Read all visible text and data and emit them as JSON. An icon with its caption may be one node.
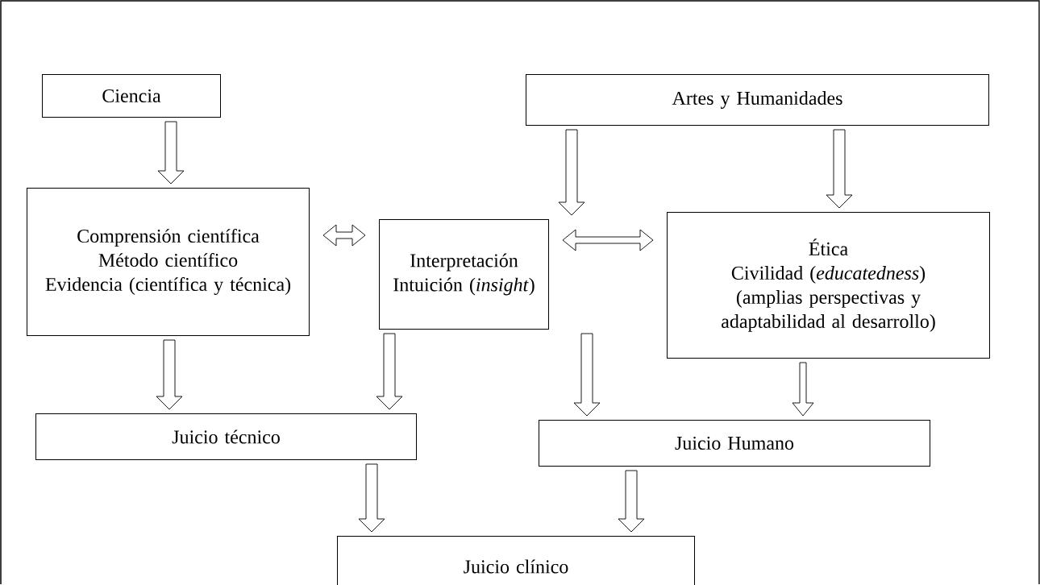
{
  "diagram": {
    "nodes": [
      {
        "text": [
          "Ciencia"
        ]
      },
      {
        "text": [
          "Artes y Humanidades"
        ]
      },
      {
        "text": [
          "Comprensión científica",
          "Método científico",
          "Evidencia (científica y técnica)"
        ]
      },
      {
        "text": [
          "Interpretación",
          "Intuición (*insight*)"
        ]
      },
      {
        "text": [
          "Ética",
          "Civilidad (*educatedness*)",
          "(amplias perspectivas y adaptabilidad al desarrollo)"
        ]
      },
      {
        "text": [
          "Juicio técnico"
        ]
      },
      {
        "text": [
          "Juicio Humano"
        ]
      },
      {
        "text": [
          "Juicio clínico"
        ]
      }
    ],
    "edges": [
      {
        "from": 0,
        "to": 2,
        "arrow": "to"
      },
      {
        "from": 1,
        "to": 3,
        "arrow": "to"
      },
      {
        "from": 1,
        "to": 4,
        "arrow": "to"
      },
      {
        "from": 2,
        "to": 3,
        "arrow": "both"
      },
      {
        "from": 3,
        "to": 4,
        "arrow": "both"
      },
      {
        "from": 2,
        "to": 5,
        "arrow": "to"
      },
      {
        "from": 3,
        "to": 5,
        "arrow": "to"
      },
      {
        "from": 3,
        "to": 6,
        "arrow": "to"
      },
      {
        "from": 4,
        "to": 6,
        "arrow": "to"
      },
      {
        "from": 5,
        "to": 7,
        "arrow": "to"
      },
      {
        "from": 6,
        "to": 7,
        "arrow": "to"
      }
    ]
  }
}
